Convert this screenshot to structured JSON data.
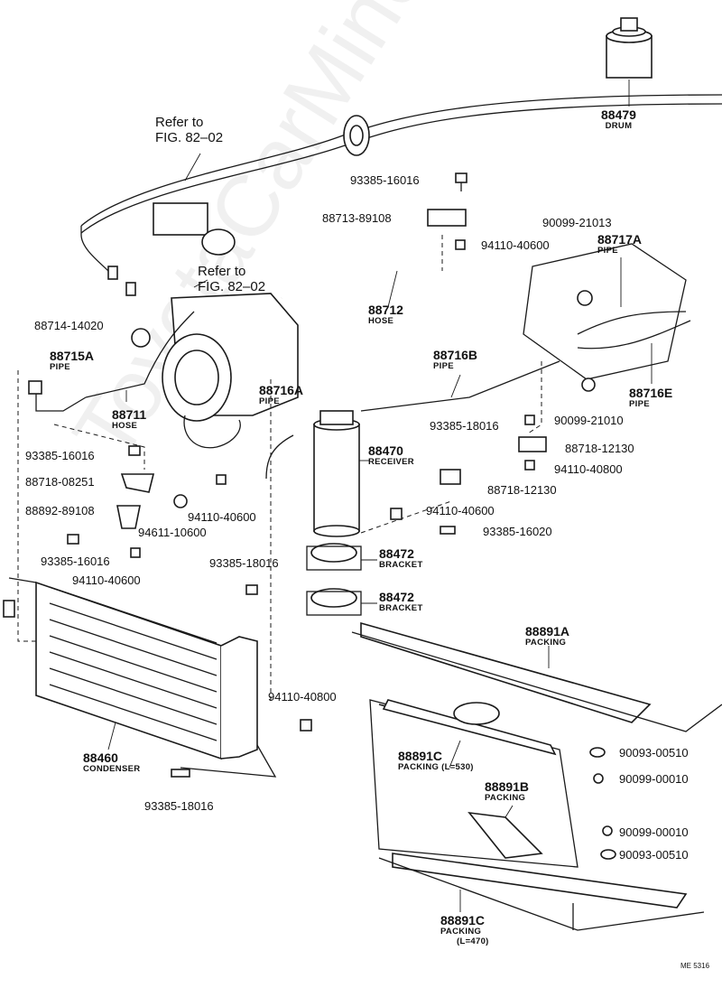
{
  "watermark": "ToyotaCarMine.ru",
  "diagram_id": "ME 5316",
  "refs": [
    {
      "id": "ref1",
      "line1": "Refer to",
      "line2": "FIG. 82–02"
    },
    {
      "id": "ref2",
      "line1": "Refer to",
      "line2": "FIG. 82–02"
    }
  ],
  "parts": {
    "p88479": {
      "number": "88479",
      "name": "DRUM"
    },
    "p88717A": {
      "number": "88717A",
      "name": "PIPE"
    },
    "p88712": {
      "number": "88712",
      "name": "HOSE"
    },
    "p88715A": {
      "number": "88715A",
      "name": "PIPE"
    },
    "p88711": {
      "number": "88711",
      "name": "HOSE"
    },
    "p88716A": {
      "number": "88716A",
      "name": "PIPE"
    },
    "p88716B": {
      "number": "88716B",
      "name": "PIPE"
    },
    "p88716E": {
      "number": "88716E",
      "name": "PIPE"
    },
    "p88470": {
      "number": "88470",
      "name": "RECEIVER"
    },
    "p88472a": {
      "number": "88472",
      "name": "BRACKET"
    },
    "p88472b": {
      "number": "88472",
      "name": "BRACKET"
    },
    "p88891A": {
      "number": "88891A",
      "name": "PACKING"
    },
    "p88891C1": {
      "number": "88891C",
      "name": "PACKING (L=530)"
    },
    "p88891B": {
      "number": "88891B",
      "name": "PACKING"
    },
    "p88891C2": {
      "number": "88891C",
      "name": "PACKING",
      "note": "(L=470)"
    },
    "p88460": {
      "number": "88460",
      "name": "CONDENSER"
    }
  },
  "small": {
    "s1": "93385-16016",
    "s2": "88713-89108",
    "s3": "94110-40600",
    "s4": "90099-21013",
    "s5": "88714-14020",
    "s6": "93385-18016",
    "s7": "90099-21010",
    "s8": "88718-12130",
    "s9": "94110-40800",
    "s10": "88718-12130",
    "s11": "93385-16016",
    "s12": "88718-08251",
    "s13": "88892-89108",
    "s14": "94611-10600",
    "s15": "94110-40600",
    "s16": "93385-16016",
    "s17": "94110-40600",
    "s18": "94110-40600",
    "s19": "93385-16020",
    "s20": "93385-18016",
    "s21": "94110-40800",
    "s22": "90093-00510",
    "s23": "90099-00010",
    "s24": "90099-00010",
    "s25": "90093-00510",
    "s26": "93385-18016"
  }
}
